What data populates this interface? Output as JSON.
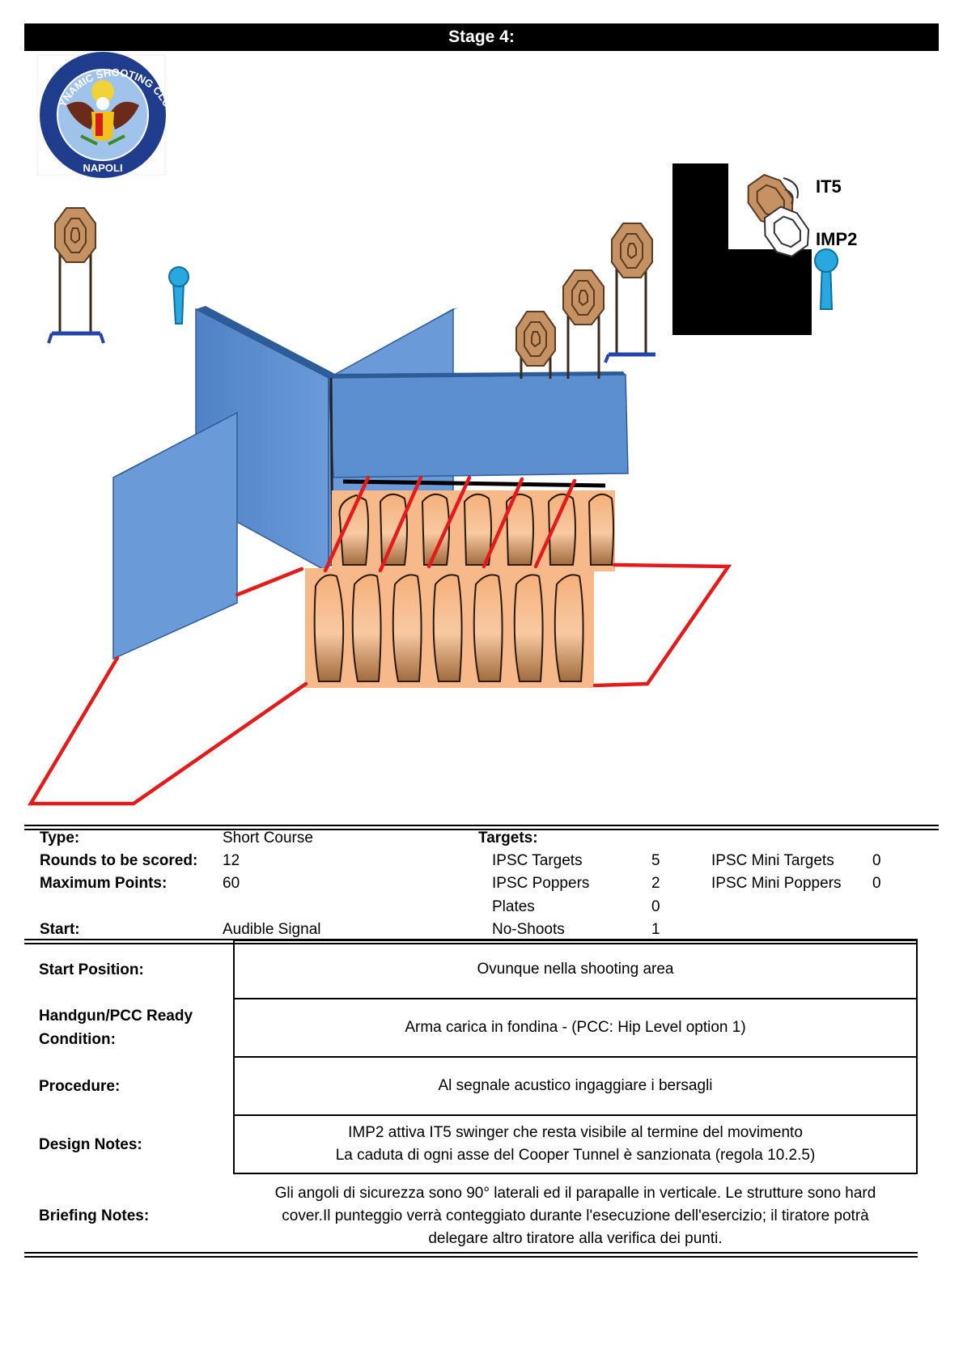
{
  "header": {
    "title": "Stage 4:"
  },
  "logo": {
    "ring_text_top": "DYNAMIC SHOOTING CLUB",
    "ring_text_bottom": "NAPOLI"
  },
  "diagram": {
    "label_it5": "IT5",
    "label_imp2": "IMP2"
  },
  "summary": {
    "type_label": "Type:",
    "type_value": "Short Course",
    "rounds_label": "Rounds to be scored:",
    "rounds_value": "12",
    "points_label": "Maximum Points:",
    "points_value": "60",
    "start_label": "Start:",
    "start_value": "Audible Signal"
  },
  "targets": {
    "title": "Targets:",
    "items": [
      {
        "name": "IPSC Targets",
        "count": "5"
      },
      {
        "name": "IPSC Poppers",
        "count": "2"
      },
      {
        "name": "Plates",
        "count": "0"
      },
      {
        "name": "No-Shoots",
        "count": "1"
      }
    ],
    "mini": [
      {
        "name": "IPSC Mini Targets",
        "count": "0"
      },
      {
        "name": "IPSC Mini Poppers",
        "count": "0"
      }
    ]
  },
  "details": {
    "start_position_label": "Start Position:",
    "start_position_value": "Ovunque nella shooting area",
    "ready_label_1": "Handgun/PCC Ready",
    "ready_label_2": "Condition:",
    "ready_value": "Arma carica in fondina - (PCC: Hip Level option 1)",
    "procedure_label": "Procedure:",
    "procedure_value": "Al segnale acustico ingaggiare i bersagli",
    "design_label": "Design Notes:",
    "design_line_1": "IMP2  attiva IT5  swinger che resta visibile al termine del movimento",
    "design_line_2": "La caduta di ogni asse del Cooper Tunnel è sanzionata (regola 10.2.5)",
    "briefing_label": "Briefing Notes:",
    "briefing_line_1": "Gli angoli di sicurezza sono 90° laterali ed il parapalle in verticale. Le strutture sono hard",
    "briefing_line_2": "cover.Il punteggio verrà conteggiato durante l'esecuzione dell'esercizio; il tiratore potrà",
    "briefing_line_3": "delegare altro tiratore alla verifica  dei punti."
  },
  "colors": {
    "wall_blue": "#5b8fd0",
    "popper_cyan": "#29a8e0",
    "target_tan": "#c69263",
    "fault_red": "#e31b1b",
    "plank_orange": "#f7b98a"
  }
}
